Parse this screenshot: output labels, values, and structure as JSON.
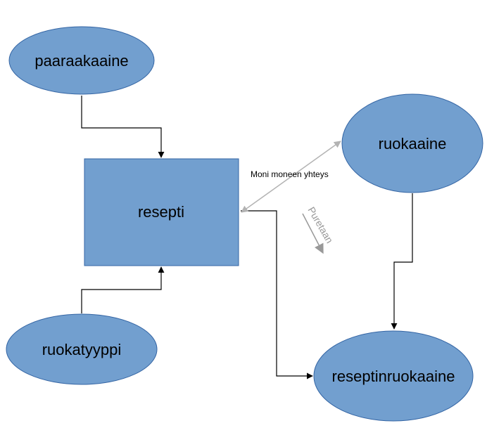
{
  "colors": {
    "node_fill": "#729fcf",
    "node_stroke": "#3465a4",
    "edge": "#000000",
    "relation_edge": "#b3b3b3",
    "note": "#999999"
  },
  "nodes": {
    "paaraakaaine": "paaraakaaine",
    "resepti": "resepti",
    "ruokaaine": "ruokaaine",
    "ruokatyyppi": "ruokatyyppi",
    "reseptinruokaaine": "reseptinruokaaine"
  },
  "edge_label": "Moni moneen yhteys",
  "note": "Puretaan"
}
